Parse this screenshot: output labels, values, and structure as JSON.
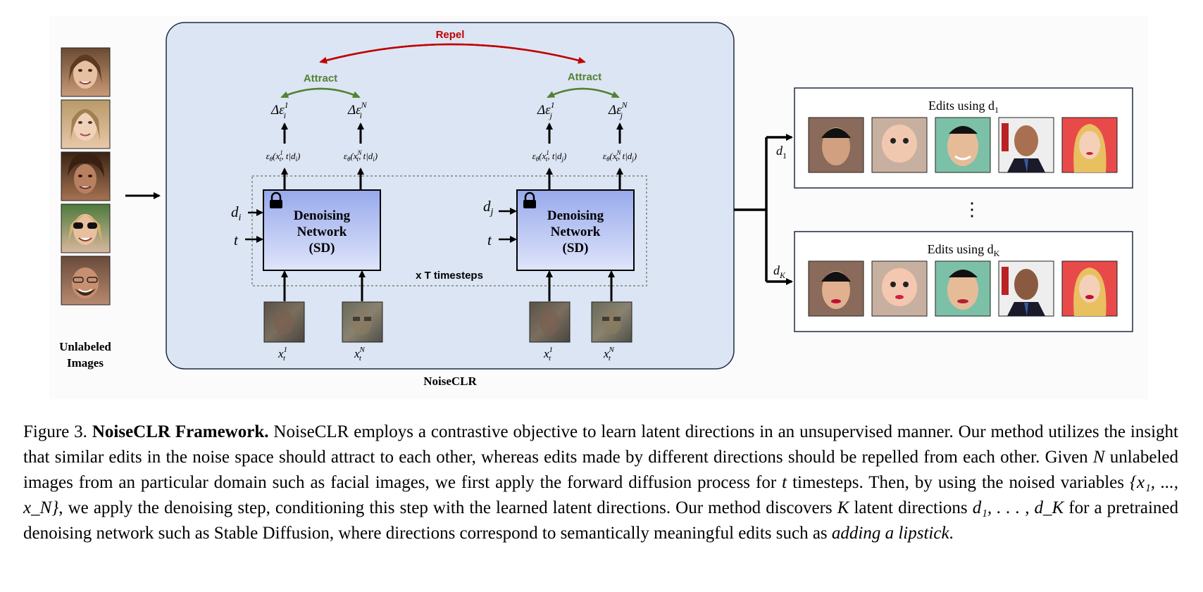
{
  "figure": {
    "unlabeled_label_line1": "Unlabeled",
    "unlabeled_label_line2": "Images",
    "framework_label": "NoiseCLR",
    "repel_label": "Repel",
    "attract_label": "Attract",
    "network_line1": "Denoising",
    "network_line2": "Network",
    "network_line3": "(SD)",
    "timesteps_label": "x T timesteps",
    "edits_top_label": "Edits using d",
    "edits_top_sub": "1",
    "edits_bottom_label": "Edits using d",
    "edits_bottom_sub": "K",
    "vdots": "⋮",
    "d_sym": "d",
    "i_sym": "i",
    "j_sym": "j",
    "t_sym": "t",
    "x_sym": "x",
    "delta_eps": "Δε",
    "sup_1": "1",
    "sup_N": "N",
    "eps_theta": "ε",
    "theta": "θ",
    "sub_1": "1",
    "sub_K": "K"
  },
  "caption": {
    "prefix": "Figure 3. ",
    "bold": "NoiseCLR Framework.",
    "part1": " NoiseCLR employs a contrastive objective to learn latent directions in an unsupervised manner. Our method utilizes the insight that similar edits in the noise space should attract to each other, whereas edits made by different directions should be repelled from each other. Given ",
    "N": "N",
    "part2": " unlabeled images from an particular domain such as facial images, we first apply the forward diffusion process for ",
    "t": "t",
    "part3": " timesteps.  Then, by using the noised variables ",
    "noised": "{x₁, ..., x_N}",
    "part4": ", we apply the denoising step, conditioning this step with the learned latent directions. Our method discovers ",
    "K": "K",
    "part5": " latent directions ",
    "dirs": "d₁, . . . , d_K",
    "part6": " for a pretrained denoising network such as Stable Diffusion, where directions correspond to semantically meaningful edits such as ",
    "italic_end": "adding a lipstick",
    "period": "."
  }
}
